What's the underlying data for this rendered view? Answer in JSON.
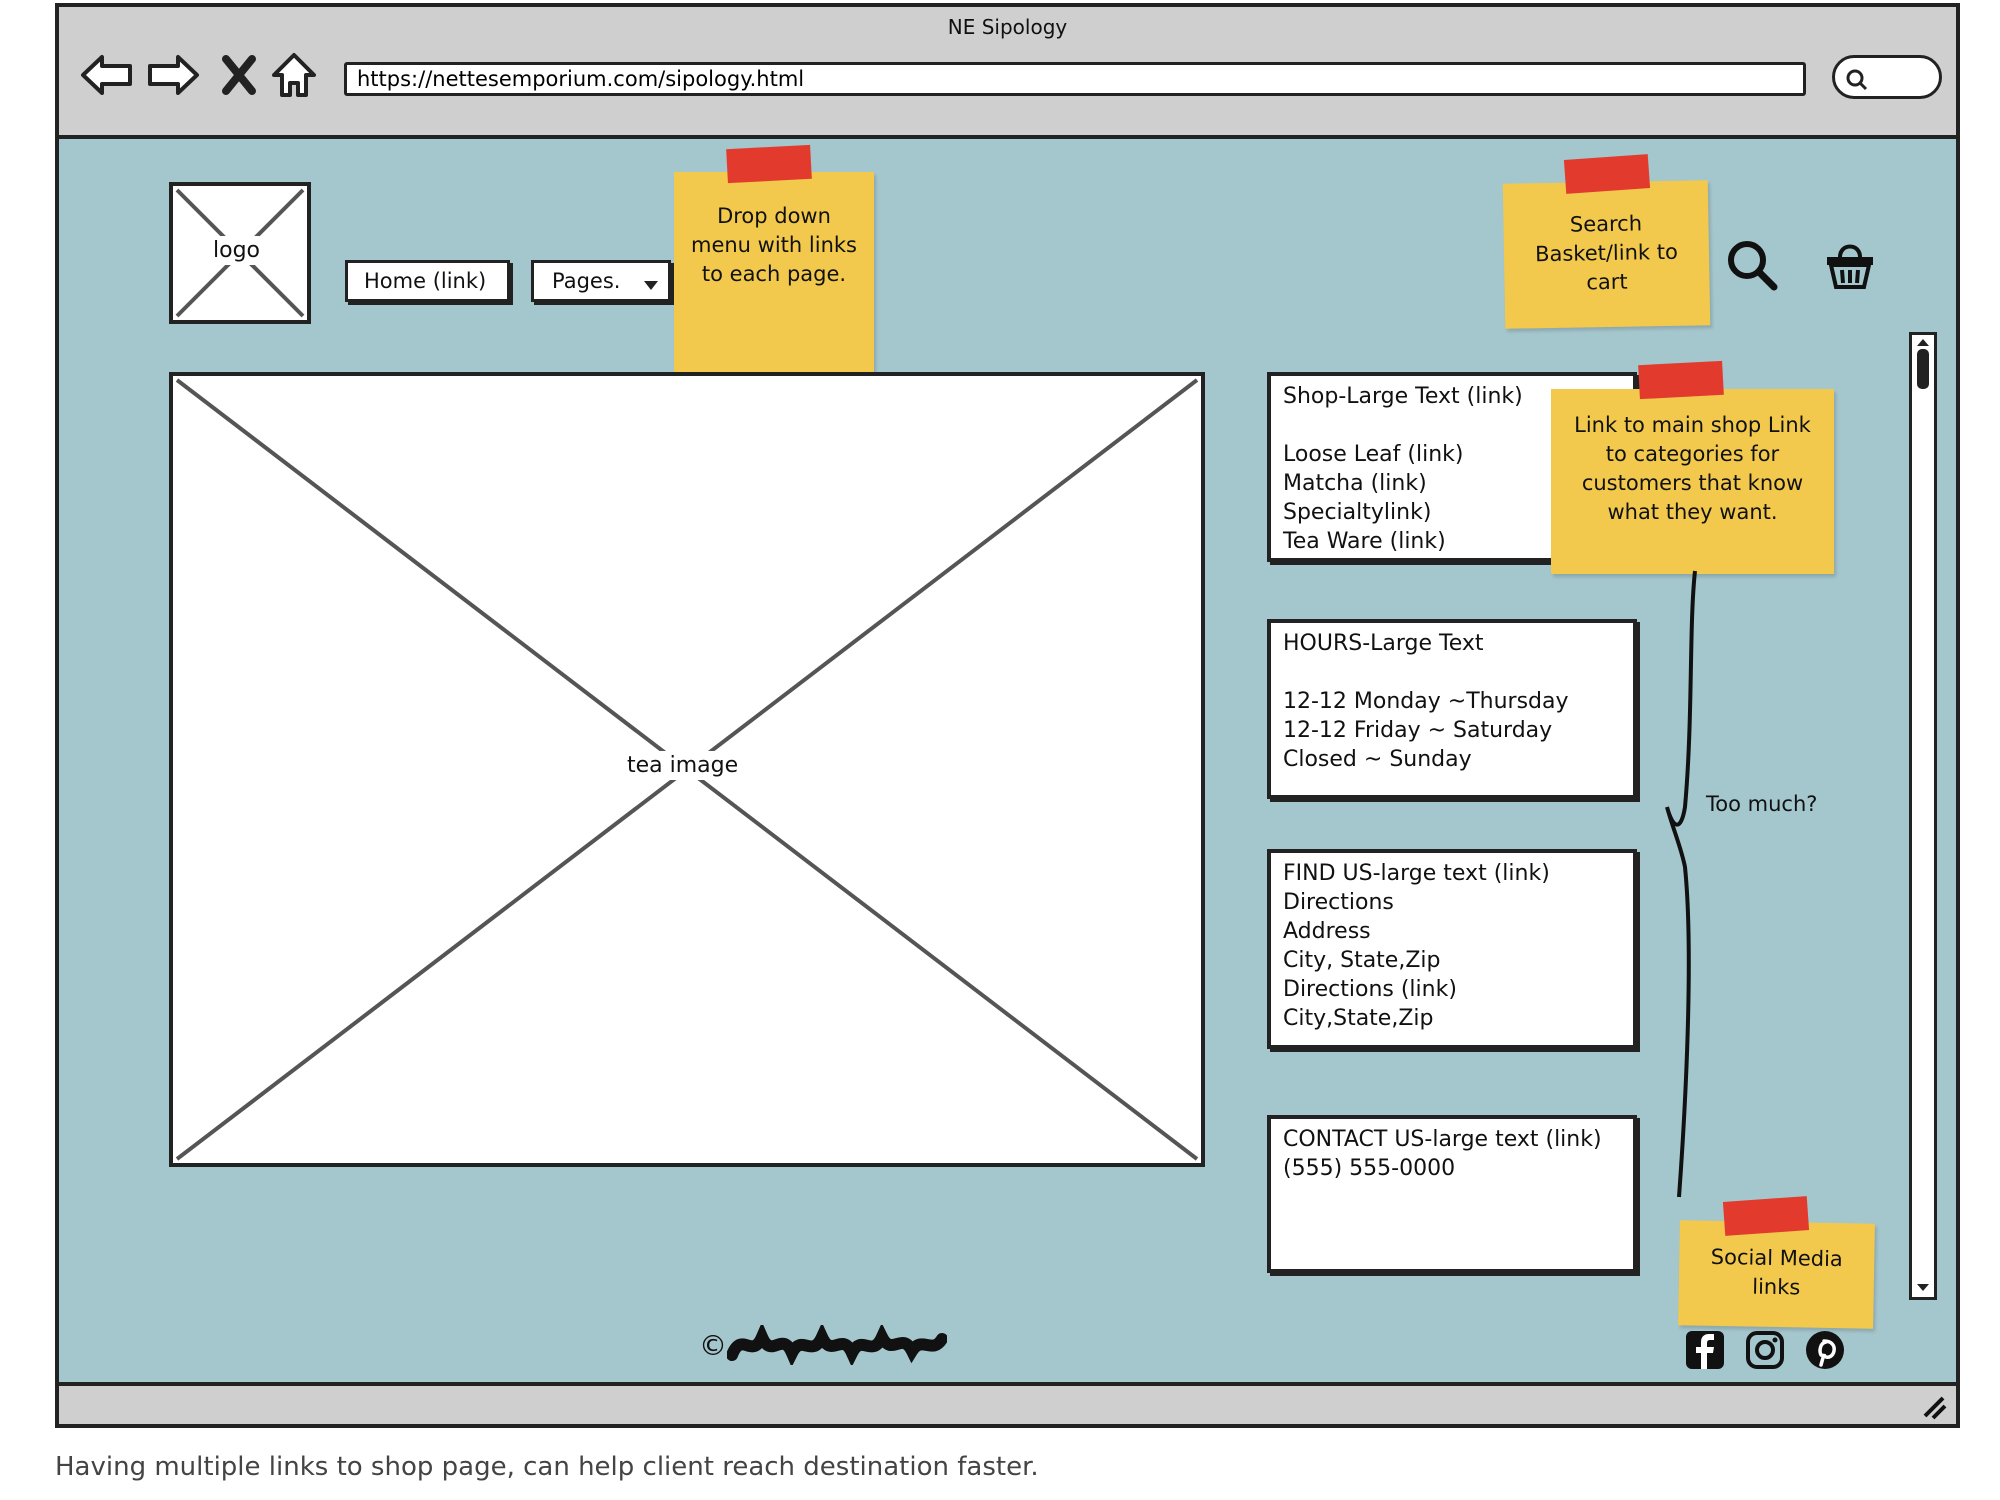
{
  "browser": {
    "title": "NE Sipology",
    "url": "https://nettesemporium.com/sipology.html",
    "icons": [
      "back-icon",
      "forward-icon",
      "close-icon",
      "home-icon",
      "search-icon"
    ]
  },
  "header": {
    "logo_label": "logo",
    "home_link": "Home (link)",
    "pages_dropdown": "Pages."
  },
  "notes": {
    "dropdown": "Drop down menu with links to each page.",
    "search_basket": "Search Basket/link to cart",
    "shop_links": "Link to main shop Link to categories for customers that know what they want.",
    "too_much": "Too much?",
    "social": "Social Media links"
  },
  "hero": {
    "label": "tea image"
  },
  "panels": {
    "shop": [
      "Shop-Large Text (link)",
      "",
      "Loose Leaf (link)",
      "Matcha (link)",
      "Specialtylink)",
      "Tea Ware (link)"
    ],
    "hours": [
      "HOURS-Large Text",
      "",
      "12-12 Monday ~Thursday",
      "12-12 Friday ~ Saturday",
      "Closed ~ Sunday"
    ],
    "find": [
      "FIND US-large text (link)",
      "Directions",
      "Address",
      "City, State,Zip",
      "Directions (link)",
      "City,State,Zip"
    ],
    "contact": [
      "CONTACT US-large text (link)",
      "(555) 555-0000"
    ]
  },
  "footer": {
    "copyright_symbol": "©"
  },
  "social_icons": [
    "facebook-icon",
    "instagram-icon",
    "pinterest-icon"
  ],
  "caption": "Having multiple links to shop page, can help client reach destination faster."
}
